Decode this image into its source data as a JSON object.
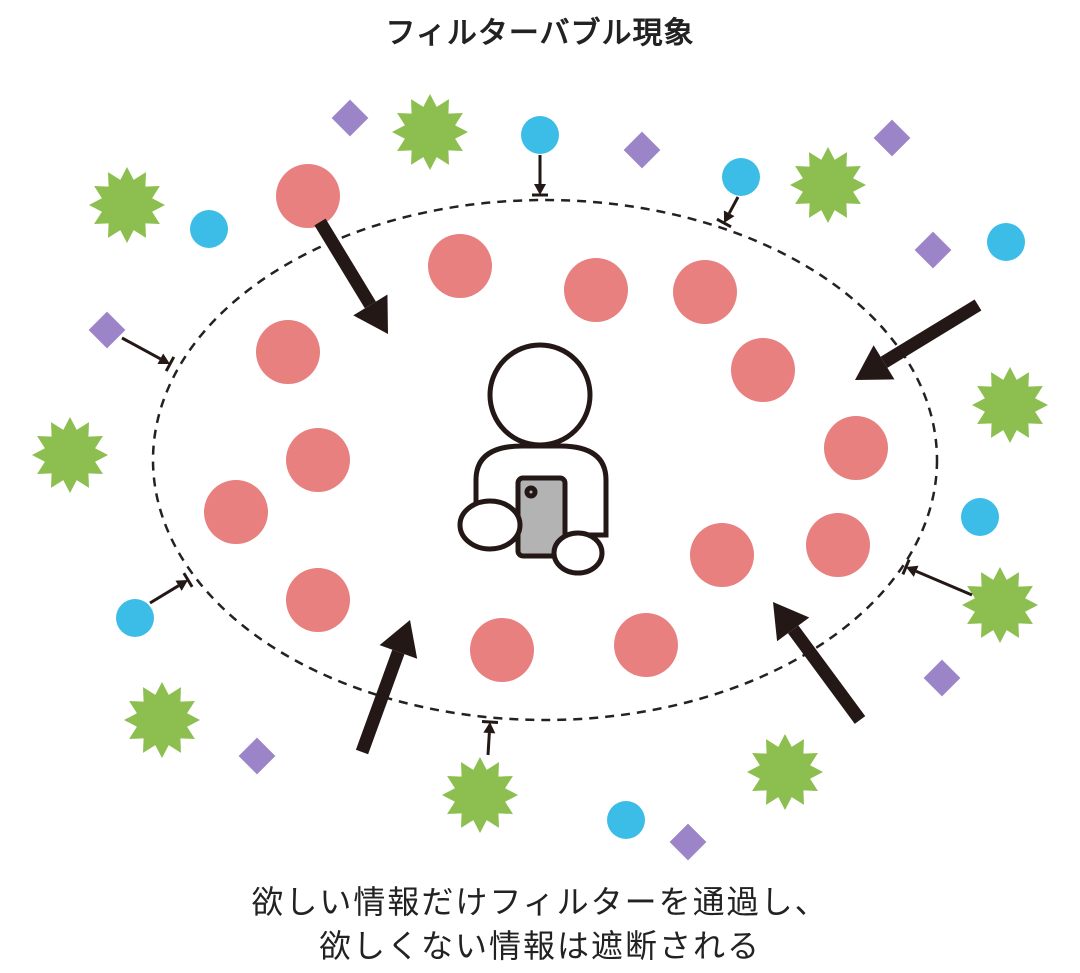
{
  "title": "フィルターバブル現象",
  "caption": {
    "line1": "欲しい情報だけフィルターを通過し、",
    "line2": "欲しくない情報は遮断される"
  },
  "colors": {
    "preferred_info": "#e88080",
    "blocked_circle": "#3cbde8",
    "blocked_star": "#8cbf4f",
    "blocked_diamond": "#9b84c8",
    "arrow": "#231815",
    "bubble_border": "#222222",
    "phone": "#b3b3b3"
  },
  "icons": {
    "person": "person-with-smartphone-icon"
  }
}
